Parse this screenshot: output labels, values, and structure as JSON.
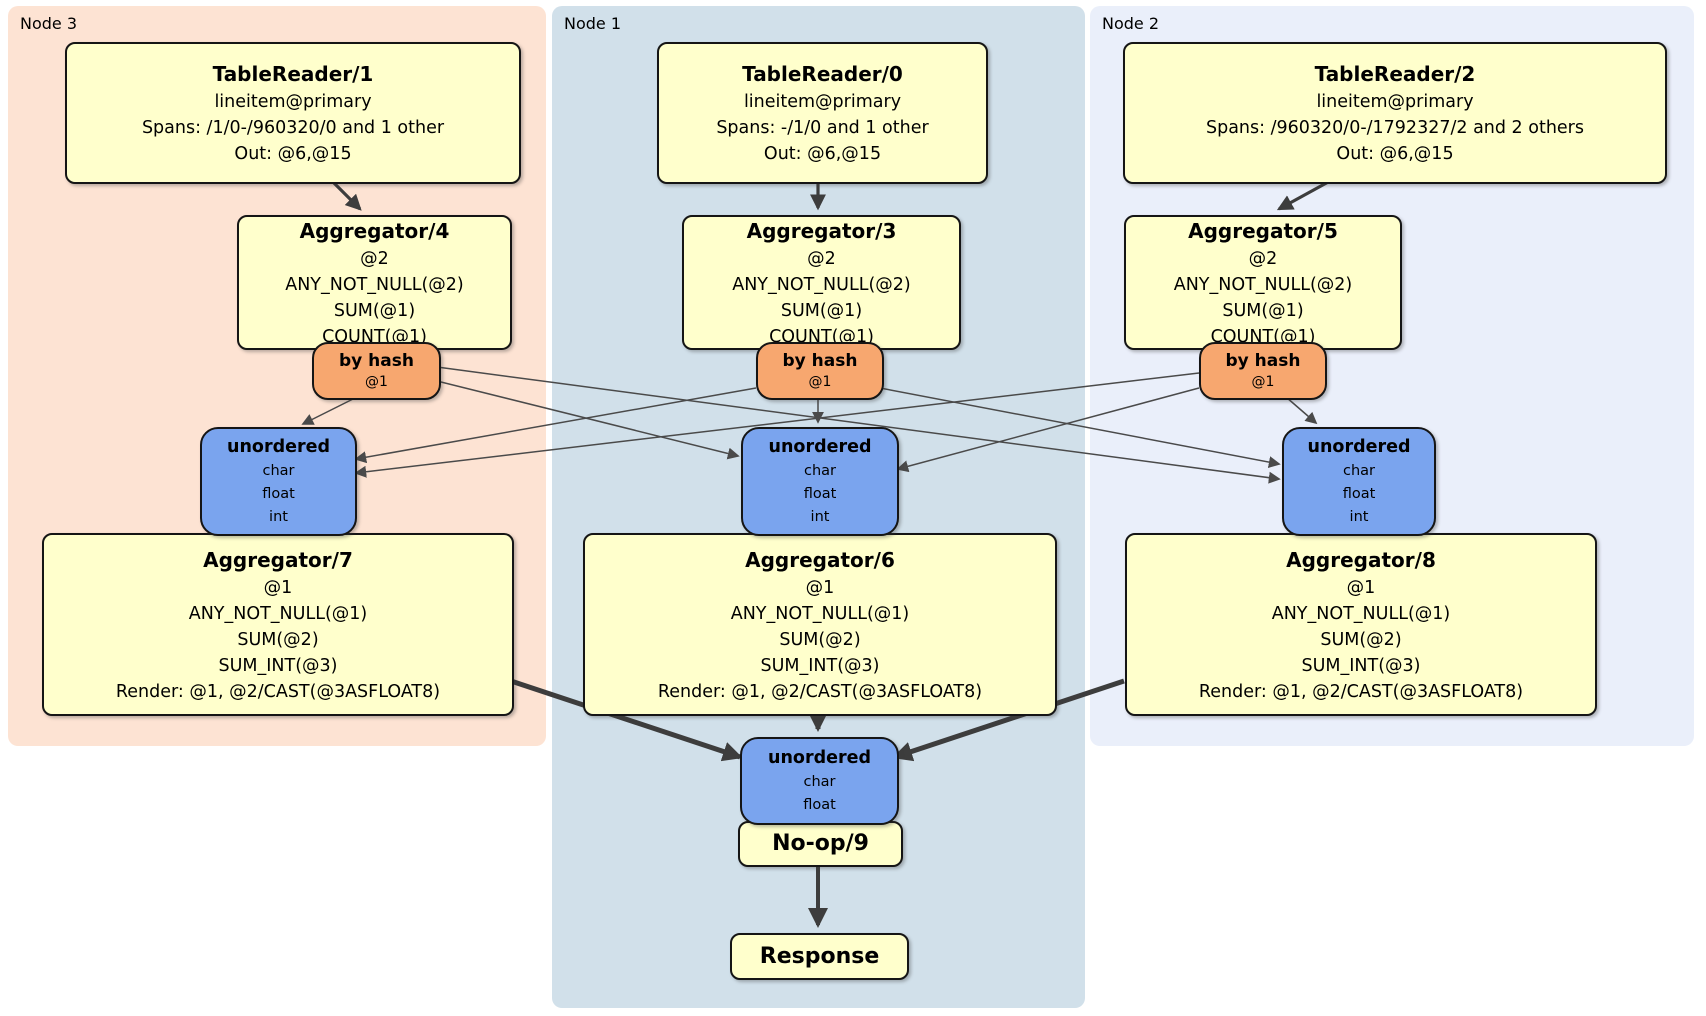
{
  "colors": {
    "panel_node3": "#fde3d3",
    "panel_node1": "#d1e0ea",
    "panel_node2": "#eaeffa",
    "processor_fill": "#ffffcc",
    "router_fill": "#f7a76f",
    "sync_fill": "#7aa4ee",
    "edge_thin": "#4a4a4a",
    "edge_thick": "#3d3d3d"
  },
  "panels": {
    "node3": {
      "label": "Node 3"
    },
    "node1": {
      "label": "Node 1"
    },
    "node2": {
      "label": "Node 2"
    }
  },
  "processors": {
    "tr1": {
      "title": "TableReader/1",
      "lines": [
        "lineitem@primary",
        "Spans: /1/0-/960320/0 and 1 other",
        "Out: @6,@15"
      ]
    },
    "tr0": {
      "title": "TableReader/0",
      "lines": [
        "lineitem@primary",
        "Spans: -/1/0 and 1 other",
        "Out: @6,@15"
      ]
    },
    "tr2": {
      "title": "TableReader/2",
      "lines": [
        "lineitem@primary",
        "Spans: /960320/0-/1792327/2 and 2 others",
        "Out: @6,@15"
      ]
    },
    "agg4": {
      "title": "Aggregator/4",
      "lines": [
        "@2",
        "ANY_NOT_NULL(@2)",
        "SUM(@1)",
        "COUNT(@1)"
      ]
    },
    "agg3": {
      "title": "Aggregator/3",
      "lines": [
        "@2",
        "ANY_NOT_NULL(@2)",
        "SUM(@1)",
        "COUNT(@1)"
      ]
    },
    "agg5": {
      "title": "Aggregator/5",
      "lines": [
        "@2",
        "ANY_NOT_NULL(@2)",
        "SUM(@1)",
        "COUNT(@1)"
      ]
    },
    "agg7": {
      "title": "Aggregator/7",
      "lines": [
        "@1",
        "ANY_NOT_NULL(@1)",
        "SUM(@2)",
        "SUM_INT(@3)",
        "Render: @1, @2/CAST(@3ASFLOAT8)"
      ]
    },
    "agg6": {
      "title": "Aggregator/6",
      "lines": [
        "@1",
        "ANY_NOT_NULL(@1)",
        "SUM(@2)",
        "SUM_INT(@3)",
        "Render: @1, @2/CAST(@3ASFLOAT8)"
      ]
    },
    "agg8": {
      "title": "Aggregator/8",
      "lines": [
        "@1",
        "ANY_NOT_NULL(@1)",
        "SUM(@2)",
        "SUM_INT(@3)",
        "Render: @1, @2/CAST(@3ASFLOAT8)"
      ]
    },
    "noop": {
      "title": "No-op/9"
    },
    "response": {
      "title": "Response"
    }
  },
  "routers": {
    "node3": {
      "title": "by hash",
      "lines": [
        "@1"
      ]
    },
    "node1": {
      "title": "by hash",
      "lines": [
        "@1"
      ]
    },
    "node2": {
      "title": "by hash",
      "lines": [
        "@1"
      ]
    }
  },
  "syncs": {
    "node3": {
      "title": "unordered",
      "lines": [
        "char",
        "float",
        "int"
      ]
    },
    "node1": {
      "title": "unordered",
      "lines": [
        "char",
        "float",
        "int"
      ]
    },
    "node2": {
      "title": "unordered",
      "lines": [
        "char",
        "float",
        "int"
      ]
    },
    "final": {
      "title": "unordered",
      "lines": [
        "char",
        "float"
      ]
    }
  }
}
